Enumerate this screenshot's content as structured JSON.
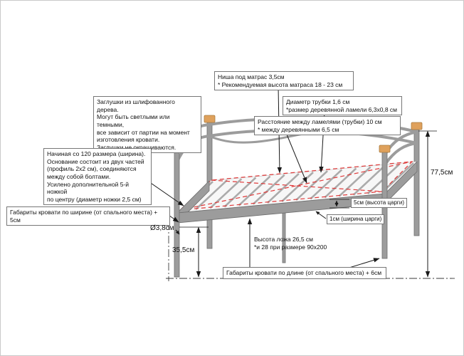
{
  "callouts": {
    "mattress_niche": "Ниша под матрас 3,5см\n* Рекомендуемая высота матраса 18 - 23 см",
    "tube_diameter": "Диаметр трубки 1,6 см\n*размер деревянной ламели 6,3х0,8 см",
    "lamella_spacing": "Расстояние между ламелями (трубки) 10 см\n* между деревянными 6,5 см",
    "wooden_caps": "Заглушки из шлифованного дерева.\nМогут быть светлыми или темными,\nвсе зависит от партии на момент изготовления кровати.\nЗаглушки не окрашиваются.",
    "base_construction": "Начиная со 120 размера (ширина).\nОснование состоит из двух частей\n(профиль 2х2 см), соединяются\nмежду собой болтами.\nУсилено дополнительной 5-й ножкой\nпо центру (диаметр ножки 2,5 см)",
    "overall_width": "Габариты кровати по ширине (от спального места) + 5см",
    "overall_length": "Габариты кровати по длине (от спального места) + 6см",
    "bed_height": "Высота ложа 26,5 см\n*и 28 при размере 90х200"
  },
  "dimensions": {
    "total_height": "77,5см",
    "clearance_height": "35,5см",
    "leg_diameter": "Ø3,8см",
    "tsarga_height": "5см (высота царги)",
    "tsarga_width": "1см (ширина царги)"
  },
  "colors": {
    "background": "#ffffff",
    "frame": "#9c9c9c",
    "frame_outline": "#6e6e6e",
    "cap_wood": "#dfa15c",
    "mattress_outline_red": "#e03a3a",
    "line": "#1a1a1a",
    "box_border": "#777777"
  }
}
